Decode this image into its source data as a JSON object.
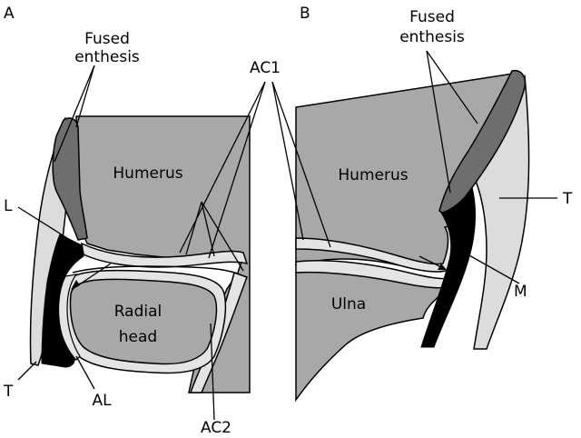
{
  "panel_a": {
    "letter": "A",
    "fused_enthesis_line1": "Fused",
    "fused_enthesis_line2": "enthesis",
    "humerus": "Humerus",
    "radial_head_line1": "Radial",
    "radial_head_line2": "head",
    "ac1": "AC1",
    "ac2": "AC2",
    "label_l": "L",
    "label_t": "T",
    "label_al": "AL"
  },
  "panel_b": {
    "letter": "B",
    "fused_enthesis_line1": "Fused",
    "fused_enthesis_line2": "enthesis",
    "humerus": "Humerus",
    "ulna": "Ulna",
    "label_t": "T",
    "label_m": "M"
  },
  "colors": {
    "bone": "#a8a8a8",
    "cartilage": "#e4e4e4",
    "tendon_light": "#dcdcdc",
    "enthesis": "#6e6e6e",
    "ligament": "#000000"
  }
}
